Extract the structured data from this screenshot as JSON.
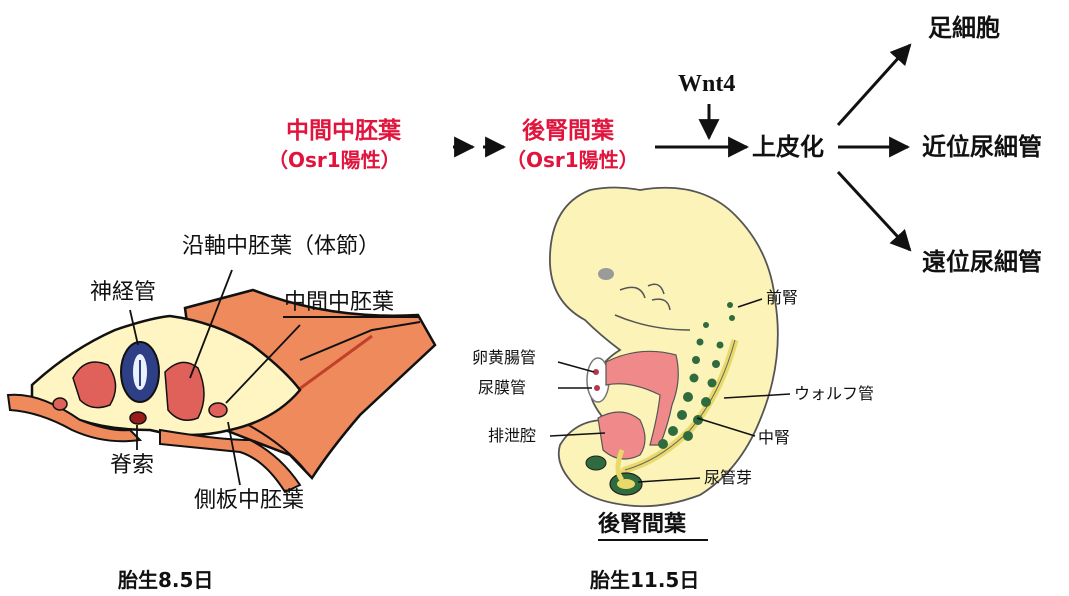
{
  "flow": {
    "step1_line1": "中間中胚葉",
    "step1_line2": "（Osr1陽性）",
    "step2_line1": "後腎間葉",
    "step2_line2": "（Osr1陽性）",
    "signal": "Wnt4",
    "epithelialization": "上皮化",
    "outputs": [
      "足細胞",
      "近位尿細管",
      "遠位尿細管"
    ]
  },
  "left_section": {
    "labels": {
      "paraxial": "沿軸中胚葉（体節）",
      "neural_tube": "神経管",
      "intermediate": "中間中胚葉",
      "notochord": "脊索",
      "lateral": "側板中胚葉"
    },
    "caption": "胎生8.5日"
  },
  "right_section": {
    "labels": {
      "pronephros": "前腎",
      "yolk_duct": "卵黄腸管",
      "allantois": "尿膜管",
      "wolffian": "ウォルフ管",
      "cloaca": "排泄腔",
      "mesonephros": "中腎",
      "ureteric_bud": "尿管芽",
      "metanephric": "後腎間葉"
    },
    "caption": "胎生11.5日"
  },
  "colors": {
    "highlight_red": "#e0143c",
    "tissue_orange": "#ee8a5c",
    "tissue_red": "#e0605a",
    "embryo_yellow": "#fbf3b8",
    "neural_blue": "#2e3f86",
    "cord_green": "#2f6b3c"
  }
}
